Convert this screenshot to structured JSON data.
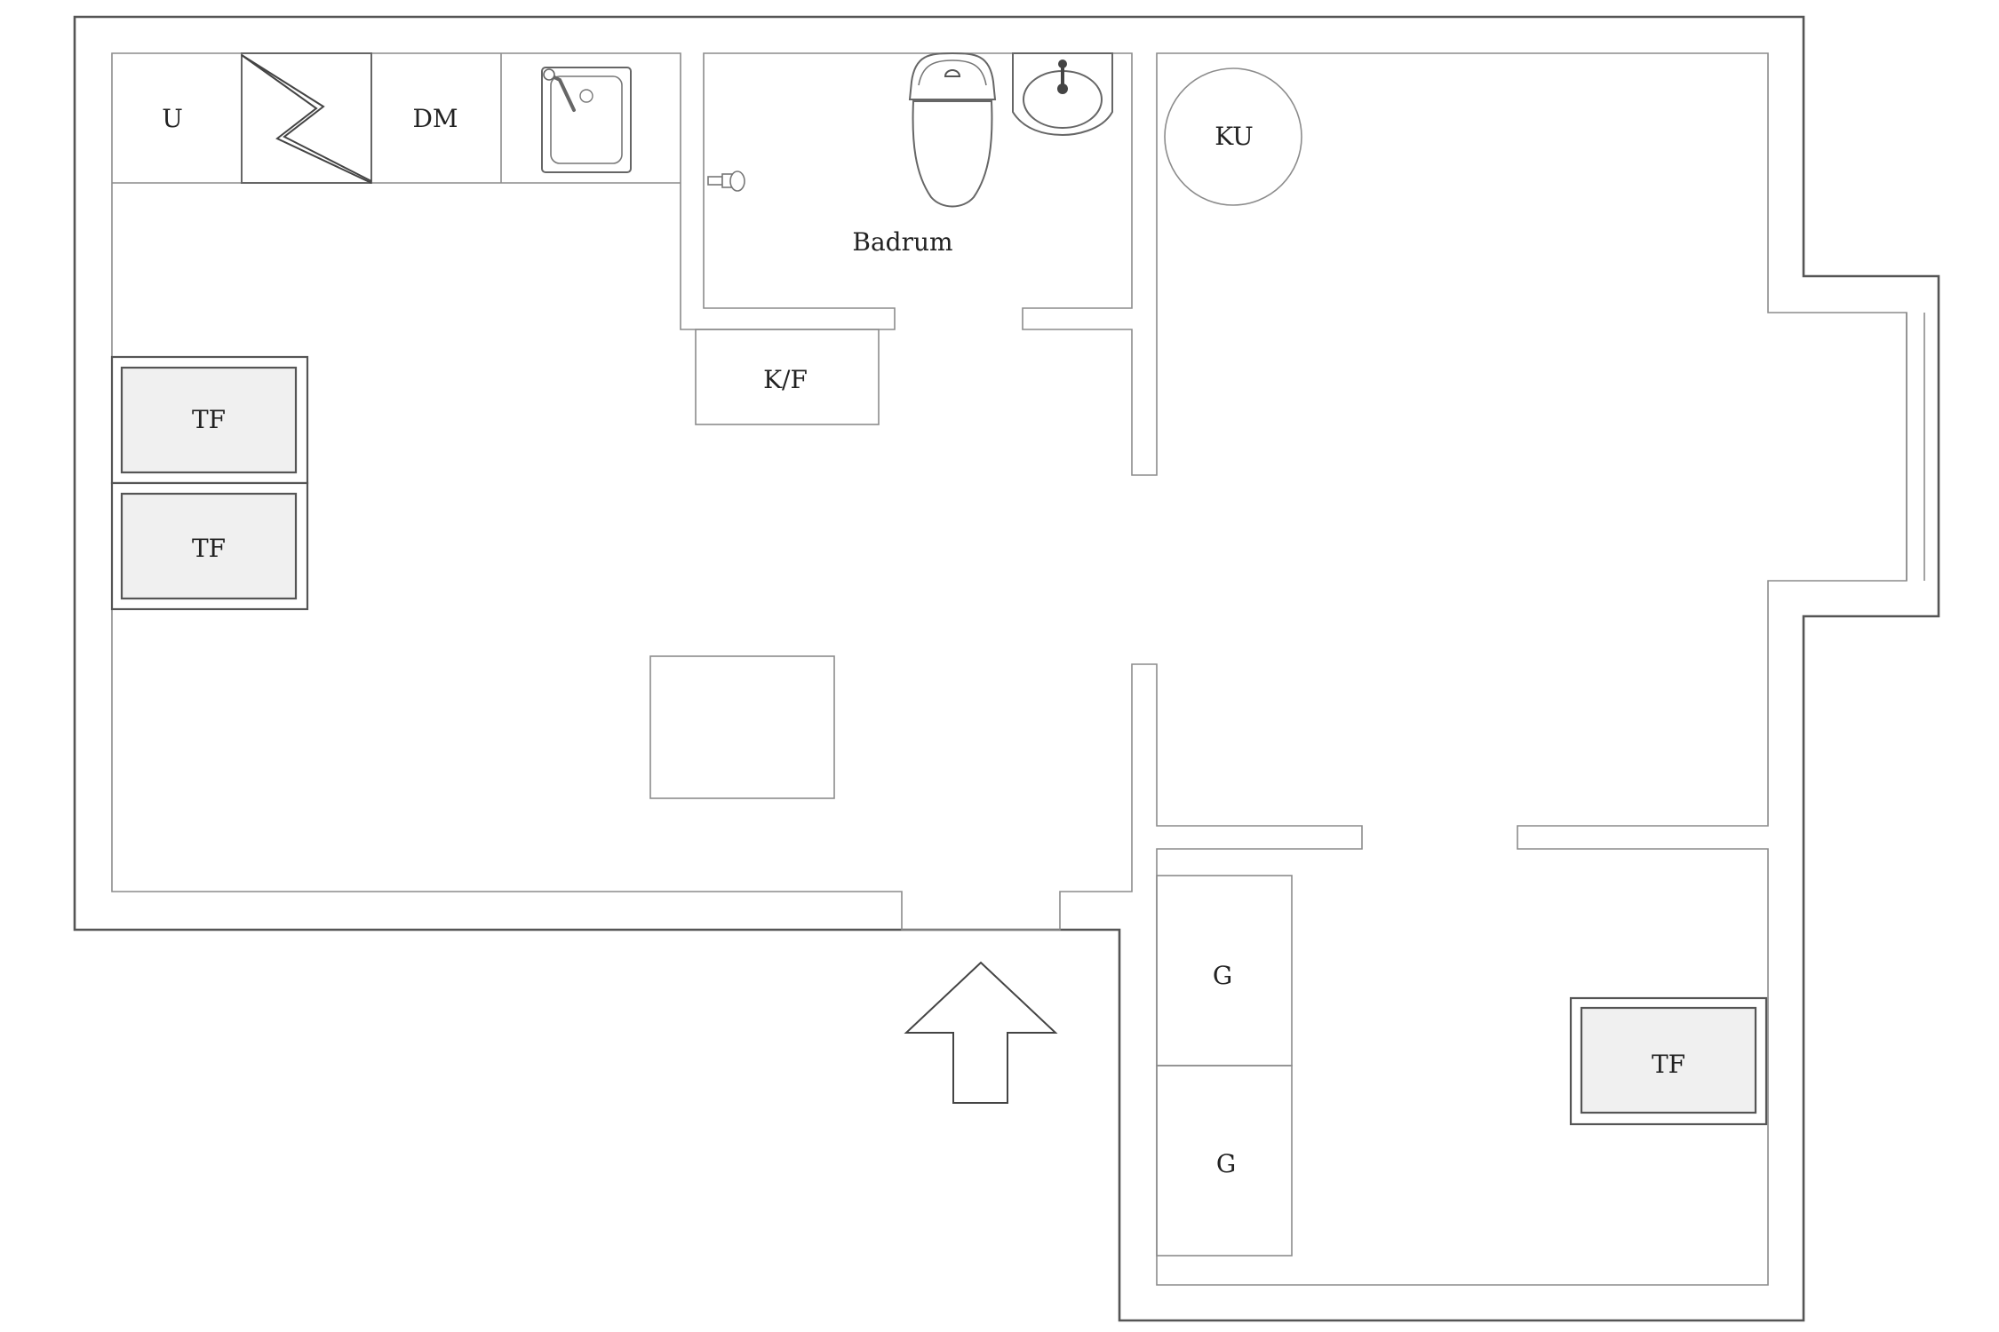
{
  "plan": {
    "labels": {
      "u": "U",
      "dm": "DM",
      "badrum": "Badrum",
      "ku": "KU",
      "kf": "K/F",
      "tf_left_1": "TF",
      "tf_left_2": "TF",
      "tf_right": "TF",
      "g_1": "G",
      "g_2": "G"
    },
    "colors": {
      "wall": "#555555",
      "inner_line": "#8c8c8c",
      "fill_shaded": "#f0f0f0",
      "background": "#ffffff"
    },
    "icons": [
      "stove-icon",
      "sink-icon",
      "toilet-icon",
      "washbasin-icon",
      "tap-icon",
      "entrance-arrow-icon"
    ]
  }
}
